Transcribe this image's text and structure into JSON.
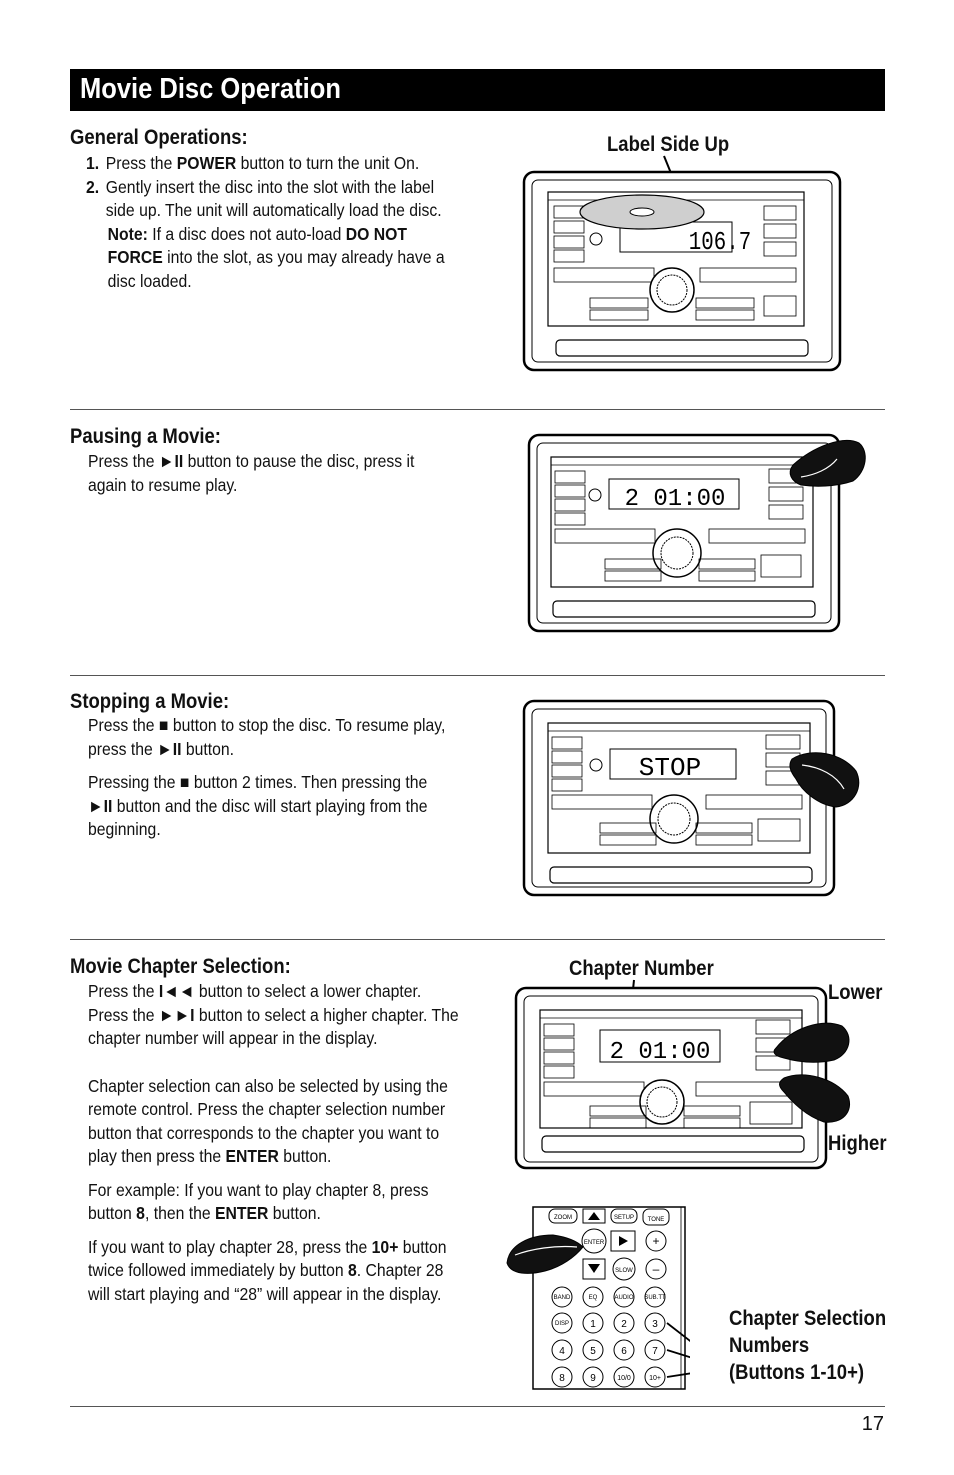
{
  "title": "Movie Disc Operation",
  "general": {
    "heading": "General Operations:",
    "step1_num": "1.",
    "step1_a": "Press the ",
    "step1_b": "POWER",
    "step1_c": " button to turn the unit On.",
    "step2_num": "2.",
    "step2": "Gently insert the disc into the slot with the label side up. The unit will automatically load the disc.",
    "note_label": "Note:",
    "note_a": " If a disc does not auto-load ",
    "note_b": "DO NOT FORCE",
    "note_c": " into the slot, as you may already have a disc loaded.",
    "callout": "Label Side Up",
    "display_text": "106.7"
  },
  "pausing": {
    "heading": "Pausing a Movie:",
    "text_a": "Press the ",
    "symbol": "►II",
    "text_b": " button to pause the disc, press it again to resume play.",
    "display_text": "2   01:00"
  },
  "stopping": {
    "heading": "Stopping a Movie:",
    "p1_a": "Press the ",
    "stop_symbol": "■",
    "p1_b": " button to stop the disc. To resume play, press the ",
    "play_symbol": "►II",
    "p1_c": " button.",
    "p2_a": "Pressing the ",
    "p2_b": " button 2 times. Then pressing the ",
    "p2_c": " button and the disc will start playing from the beginning.",
    "display_text": "STOP"
  },
  "chapter": {
    "heading": "Movie Chapter Selection:",
    "p1_a": "Press the ",
    "prev_symbol": "I◄◄",
    "p1_b": " button to select a lower chapter. Press the ",
    "next_symbol": "►►I",
    "p1_c": " button to select a higher chapter. The chapter number will appear in the display.",
    "p2_a": "Chapter selection can also be selected by using the remote control. Press the chapter selection number button that corresponds to the chapter you want to play then press the ",
    "p2_b": "ENTER",
    "p2_c": " button.",
    "p3_a": "For example: If you want to play chapter 8, press button ",
    "p3_b": "8",
    "p3_c": ", then the ",
    "p3_d": "ENTER",
    "p3_e": " button.",
    "p4_a": "If you want to play chapter 28, press the ",
    "p4_b": "10+",
    "p4_c": " button twice followed immediately by button ",
    "p4_d": "8",
    "p4_e": ". Chapter 28 will start playing and “28” will appear in the display.",
    "callout_chapter": "Chapter Number",
    "callout_lower": "Lower",
    "callout_higher": "Higher",
    "callout_sel1": "Chapter Selection",
    "callout_sel2": "Numbers",
    "callout_sel3": "(Buttons 1-10+)",
    "display_text": "2   01:00",
    "remote_keys": [
      "ZOOM",
      "SETUP",
      "TONE",
      "ENTER",
      "BAND",
      "EQ",
      "AUDIO",
      "SUB.TT",
      "DISP",
      "1",
      "2",
      "3",
      "4",
      "5",
      "6",
      "7",
      "8",
      "9",
      "10/0",
      "10+",
      "SLOW"
    ]
  },
  "page_number": "17"
}
